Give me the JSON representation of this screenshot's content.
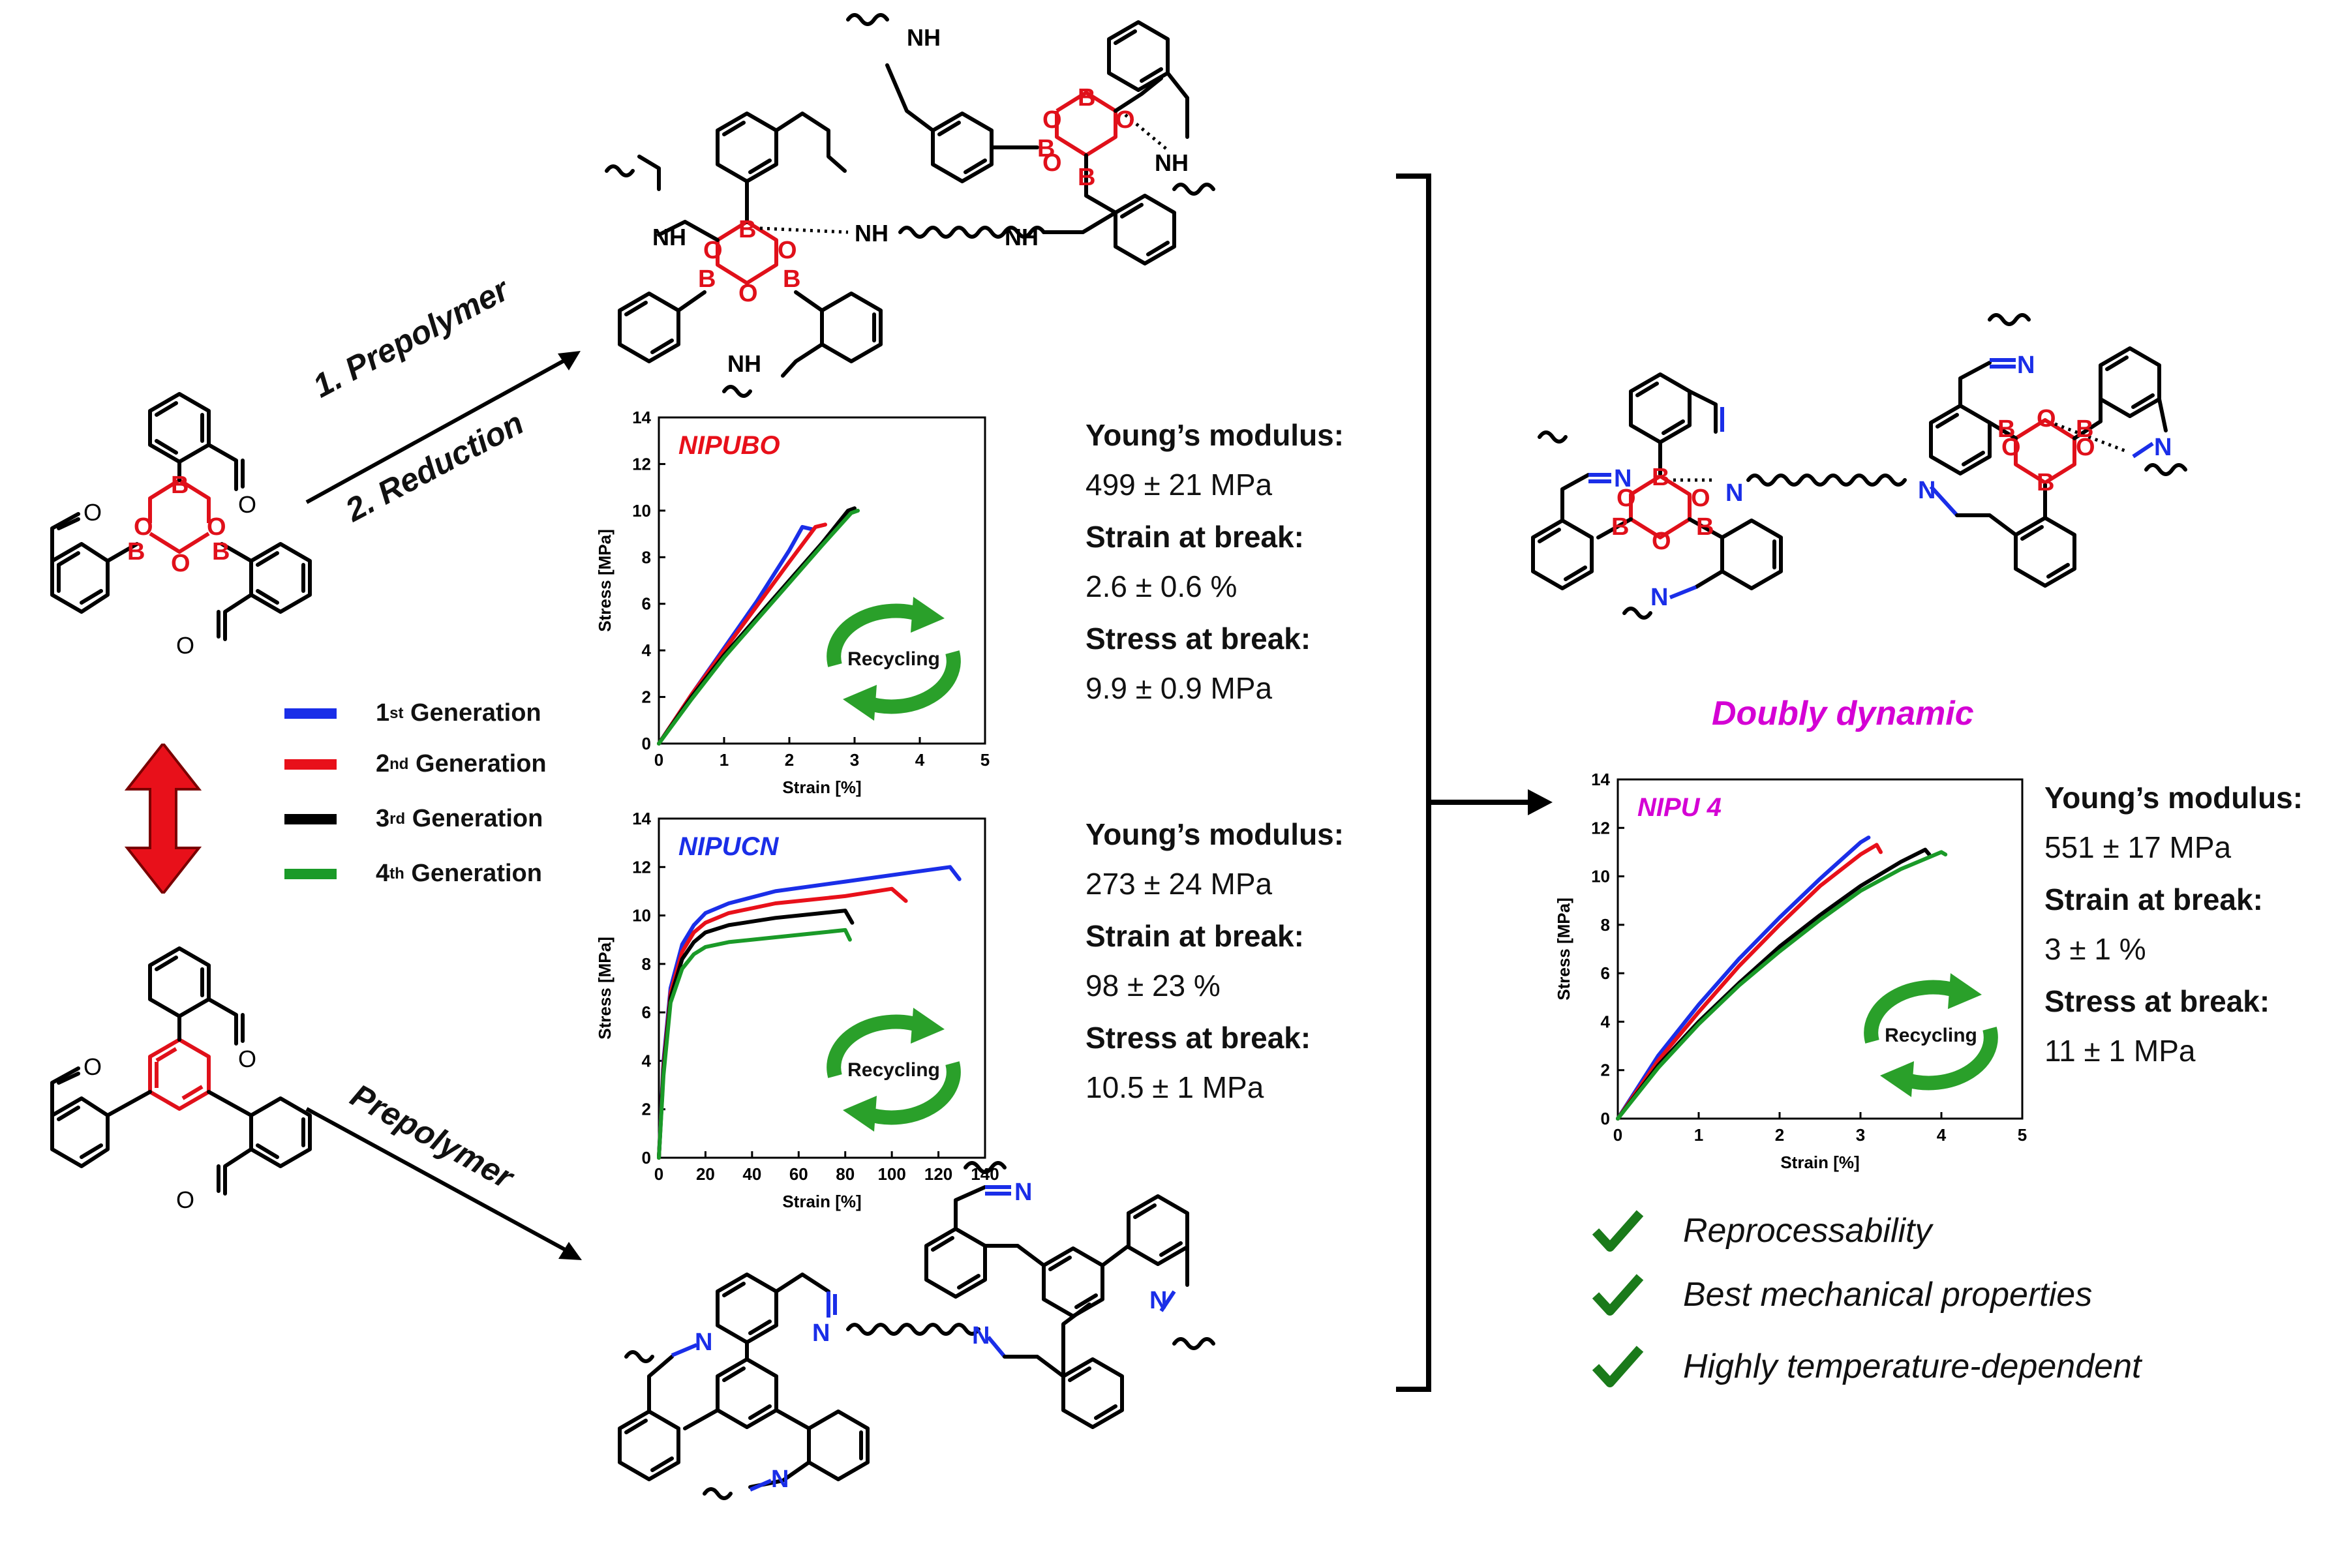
{
  "reactions": {
    "top_step1": "1. Prepolymer",
    "top_step2": "2. Reduction",
    "bottom_step": "Prepolymer"
  },
  "legend": {
    "items": [
      {
        "ordinal": "1",
        "suffix": "st",
        "label": "Generation",
        "color": "#1a2ee8"
      },
      {
        "ordinal": "2",
        "suffix": "nd",
        "label": "Generation",
        "color": "#e8101a"
      },
      {
        "ordinal": "3",
        "suffix": "rd",
        "label": "Generation",
        "color": "#000000"
      },
      {
        "ordinal": "4",
        "suffix": "th",
        "label": "Generation",
        "color": "#1a9a28"
      }
    ]
  },
  "atoms": {
    "B": "B",
    "O": "O",
    "N": "N",
    "NH": "NH"
  },
  "recycling_label": "Recycling",
  "doubly_dynamic": "Doubly dynamic",
  "checklist": [
    "Reprocessability",
    "Best mechanical properties",
    "Highly temperature-dependent"
  ],
  "properties": {
    "nipubo": {
      "youngs_label": "Young’s modulus:",
      "youngs_value": "499 ± 21 MPa",
      "strain_label": "Strain at break:",
      "strain_value": "2.6 ± 0.6 %",
      "stress_label": "Stress at break:",
      "stress_value": "9.9 ± 0.9 MPa"
    },
    "nipucn": {
      "youngs_label": "Young’s modulus:",
      "youngs_value": "273 ± 24 MPa",
      "strain_label": "Strain at break:",
      "strain_value": "98 ± 23 %",
      "stress_label": "Stress at break:",
      "stress_value": "10.5 ± 1 MPa"
    },
    "nipu4": {
      "youngs_label": "Young’s modulus:",
      "youngs_value": "551 ± 17 MPa",
      "strain_label": "Strain at break:",
      "strain_value": "3 ± 1 %",
      "stress_label": "Stress at break:",
      "stress_value": "11 ± 1 MPa"
    }
  },
  "chart_data": [
    {
      "type": "line",
      "title": "NIPUBO",
      "title_color": "#e8101a",
      "xlabel": "Strain [%]",
      "ylabel": "Stress [MPa]",
      "xlim": [
        0,
        5
      ],
      "ylim": [
        0,
        14
      ],
      "xticks": [
        0,
        1,
        2,
        3,
        4,
        5
      ],
      "yticks": [
        0,
        2,
        4,
        6,
        8,
        10,
        12,
        14
      ],
      "series": [
        {
          "color": "#1a2ee8",
          "x": [
            0,
            0.5,
            1.0,
            1.5,
            2.0,
            2.2,
            2.35
          ],
          "y": [
            0,
            2.1,
            4.1,
            6.1,
            8.3,
            9.3,
            9.2
          ]
        },
        {
          "color": "#e8101a",
          "x": [
            0,
            0.5,
            1.0,
            1.5,
            2.0,
            2.4,
            2.55
          ],
          "y": [
            0,
            2.1,
            4.0,
            5.9,
            7.8,
            9.3,
            9.4
          ]
        },
        {
          "color": "#000000",
          "x": [
            0,
            0.5,
            1.0,
            1.5,
            2.0,
            2.5,
            2.9,
            3.0
          ],
          "y": [
            0,
            2.0,
            3.8,
            5.4,
            7.0,
            8.6,
            10.0,
            10.1
          ]
        },
        {
          "color": "#1a9a28",
          "x": [
            0,
            0.5,
            1.0,
            1.5,
            2.0,
            2.5,
            2.95,
            3.05
          ],
          "y": [
            0,
            1.9,
            3.7,
            5.3,
            6.9,
            8.5,
            9.9,
            10.0
          ]
        }
      ]
    },
    {
      "type": "line",
      "title": "NIPUCN",
      "title_color": "#1a2ee8",
      "xlabel": "Strain [%]",
      "ylabel": "Stress [MPa]",
      "xlim": [
        0,
        140
      ],
      "ylim": [
        0,
        14
      ],
      "xticks": [
        0,
        20,
        40,
        60,
        80,
        100,
        120,
        140
      ],
      "yticks": [
        0,
        2,
        4,
        6,
        8,
        10,
        12,
        14
      ],
      "series": [
        {
          "color": "#1a2ee8",
          "x": [
            0,
            2,
            5,
            10,
            15,
            20,
            30,
            50,
            80,
            110,
            125,
            129
          ],
          "y": [
            0,
            4.0,
            7.0,
            8.8,
            9.6,
            10.1,
            10.5,
            11.0,
            11.4,
            11.8,
            12.0,
            11.5
          ]
        },
        {
          "color": "#e8101a",
          "x": [
            0,
            2,
            5,
            10,
            15,
            20,
            30,
            50,
            80,
            100,
            106
          ],
          "y": [
            0,
            3.8,
            6.8,
            8.5,
            9.3,
            9.7,
            10.1,
            10.5,
            10.8,
            11.1,
            10.6
          ]
        },
        {
          "color": "#000000",
          "x": [
            0,
            2,
            5,
            10,
            15,
            20,
            30,
            50,
            70,
            80,
            83
          ],
          "y": [
            0,
            3.6,
            6.6,
            8.2,
            8.9,
            9.3,
            9.6,
            9.9,
            10.1,
            10.2,
            9.7
          ]
        },
        {
          "color": "#1a9a28",
          "x": [
            0,
            2,
            5,
            10,
            15,
            20,
            30,
            50,
            70,
            80,
            82
          ],
          "y": [
            0,
            3.4,
            6.4,
            7.8,
            8.4,
            8.7,
            8.9,
            9.1,
            9.3,
            9.4,
            9.0
          ]
        }
      ]
    },
    {
      "type": "line",
      "title": "NIPU 4",
      "title_color": "#d400d4",
      "xlabel": "Strain [%]",
      "ylabel": "Stress [MPa]",
      "xlim": [
        0,
        5
      ],
      "ylim": [
        0,
        14
      ],
      "xticks": [
        0,
        1,
        2,
        3,
        4,
        5
      ],
      "yticks": [
        0,
        2,
        4,
        6,
        8,
        10,
        12,
        14
      ],
      "series": [
        {
          "color": "#1a2ee8",
          "x": [
            0,
            0.5,
            1.0,
            1.5,
            2.0,
            2.5,
            3.0,
            3.1
          ],
          "y": [
            0,
            2.6,
            4.7,
            6.6,
            8.3,
            9.9,
            11.4,
            11.6
          ]
        },
        {
          "color": "#e8101a",
          "x": [
            0,
            0.5,
            1.0,
            1.5,
            2.0,
            2.5,
            3.0,
            3.2,
            3.25
          ],
          "y": [
            0,
            2.4,
            4.4,
            6.3,
            8.0,
            9.6,
            10.9,
            11.3,
            11.0
          ]
        },
        {
          "color": "#000000",
          "x": [
            0,
            0.5,
            1.0,
            1.5,
            2.0,
            2.5,
            3.0,
            3.5,
            3.8,
            3.85
          ],
          "y": [
            0,
            2.2,
            4.0,
            5.6,
            7.1,
            8.4,
            9.6,
            10.6,
            11.1,
            10.9
          ]
        },
        {
          "color": "#1a9a28",
          "x": [
            0,
            0.5,
            1.0,
            1.5,
            2.0,
            2.5,
            3.0,
            3.5,
            4.0,
            4.05
          ],
          "y": [
            0,
            2.1,
            3.9,
            5.5,
            6.9,
            8.2,
            9.4,
            10.3,
            11.0,
            10.9
          ]
        }
      ]
    }
  ]
}
